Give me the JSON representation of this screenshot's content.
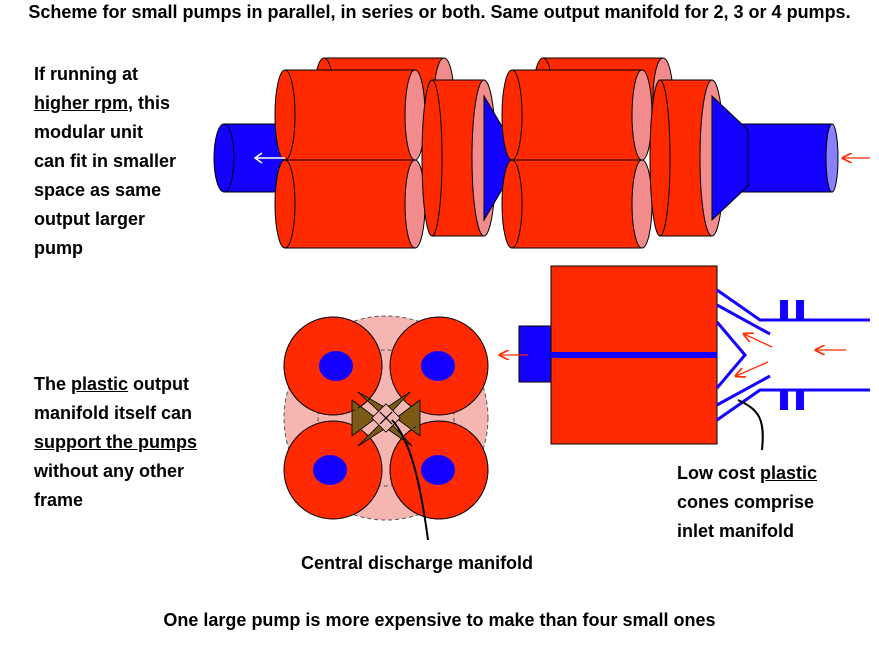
{
  "title": "Scheme for small pumps in parallel, in series or both. Same output manifold for 2, 3 or 4 pumps.",
  "left_top": {
    "line1": "If running at",
    "line2_u": "higher rpm",
    "line2_rest": ", this",
    "line3": "modular unit",
    "line4": "can fit in smaller",
    "line5": "space as same",
    "line6": "output larger",
    "line7": "pump"
  },
  "left_bottom": {
    "line1_pre": "The ",
    "line1_u": "plastic",
    "line1_post": " output",
    "line2": "manifold itself can",
    "line3_u": "support the pumps",
    "line4": "without any other",
    "line5": "frame"
  },
  "cone_note": {
    "line1_pre": "Low cost ",
    "line1_u": "plastic",
    "line2": "cones comprise",
    "line3": "inlet manifold"
  },
  "central_label": "Central discharge manifold",
  "footer": "One large pump is more expensive to make than four small ones",
  "colors": {
    "pump_red": "#ff2a00",
    "pump_face": "#f28c8c",
    "manifold_blue": "#1400ff",
    "manifold_end": "#8a7fff",
    "discharge_brown": "#7a5a14",
    "plate_pink": "#f5b5b0",
    "arrow_red": "#ff2a00",
    "arrow_white": "#ffffff"
  }
}
